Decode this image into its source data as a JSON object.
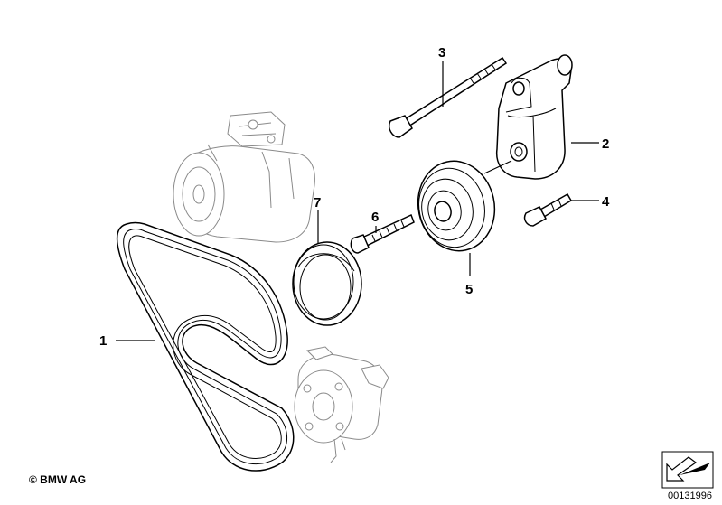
{
  "callouts": {
    "c1": "1",
    "c2": "2",
    "c3": "3",
    "c4": "4",
    "c5": "5",
    "c6": "6",
    "c7": "7"
  },
  "footer": {
    "copyright": "© BMW AG",
    "doc_number": "00131996"
  }
}
